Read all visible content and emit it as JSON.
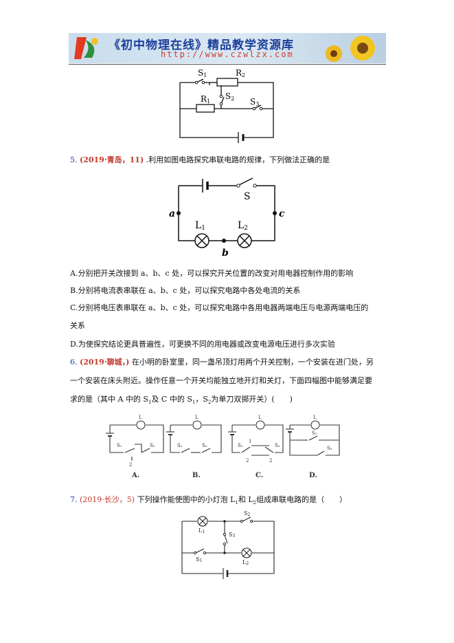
{
  "banner": {
    "title": "《初中物理在线》精品教学资源库",
    "url": "http://www.czwlzx.com"
  },
  "fig_top": {
    "labels": {
      "s1": "S",
      "s1_sub": "1",
      "r2": "R",
      "r2_sub": "2",
      "r1": "R",
      "r1_sub": "1",
      "s2": "S",
      "s2_sub": "2",
      "s3": "S",
      "s3_sub": "3"
    }
  },
  "q5": {
    "number": "5.",
    "source": "(2019·青岛，11)",
    "stem": ".利用如图电路探究串联电路的规律，下列做法正确的是",
    "figure": {
      "s": "S",
      "a": "a",
      "b": "b",
      "c": "c",
      "l1": "L",
      "l1_sub": "1",
      "l2": "L",
      "l2_sub": "2"
    },
    "options": [
      "A.分别把开关改接到 a、b、c 处，可以探究开关位置的改变对用电器控制作用的影响",
      "B.分别将电流表串联在 a、b、c 处，可以探究电路中各处电流的关系",
      "C.分别将电压表串联在 a、b、c 处，可以探究电路中各用电器两端电压与电源两端电压的",
      "关系",
      "D.为使探究结论更具普遍性，可更换不同的用电器或改变电源电压进行多次实验"
    ]
  },
  "q6": {
    "number": "6.",
    "source": "(2019·聊城，)",
    "lines": [
      "在小明的卧室里，同一盏吊顶灯用两个开关控制，一个安装在进门处，另",
      "一个安装在床头附近。操作任意一个开关均能独立地开灯和关灯，下面四幅图中能够满足要",
      "求的是（其中 A 中的 S",
      "及 C 中的 S",
      "，S",
      "为单刀双掷开关）(　　)"
    ],
    "subs": [
      "1",
      "1",
      "2"
    ],
    "figure_labels": {
      "a": "A.",
      "b": "B.",
      "c": "C.",
      "d": "D.",
      "l": "L",
      "s1": "S₁",
      "s2": "S₂",
      "n1": "1",
      "n2": "2"
    }
  },
  "q7": {
    "number": "7.",
    "source": "(2019·长沙，5)",
    "stem_a": "下列操作能使图中的小灯泡 L",
    "sub1": "1",
    "stem_b": "和 L",
    "sub2": "2",
    "stem_c": "组成串联电路的是（　　）",
    "figure": {
      "l1": "L",
      "l1_sub": "1",
      "l2": "L",
      "l2_sub": "2",
      "s1": "S",
      "s1_sub": "1",
      "s2": "S",
      "s2_sub": "2",
      "s3": "S",
      "s3_sub": "3"
    }
  }
}
